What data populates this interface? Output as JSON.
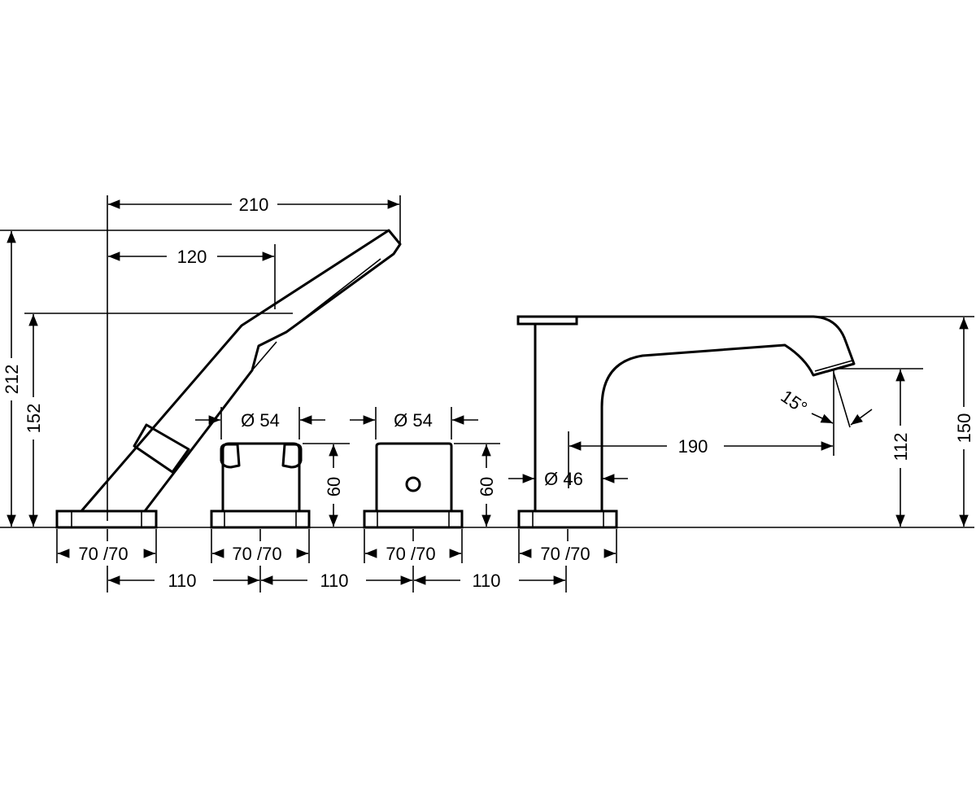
{
  "drawing": {
    "colors": {
      "line": "#000000",
      "background": "#ffffff"
    },
    "dimensions": {
      "shower_reach_total": "210",
      "shower_reach_partial": "120",
      "shower_height_total": "212",
      "shower_height_mount": "152",
      "knob1_diameter": "Ø 54",
      "knob2_diameter": "Ø 54",
      "knob1_height": "60",
      "knob2_height": "60",
      "spout_diameter": "Ø 46",
      "spout_reach": "190",
      "spout_angle": "15°",
      "spout_outlet_height": "112",
      "spout_height": "150",
      "base_widths": [
        "70 /70",
        "70 /70",
        "70 /70",
        "70 /70"
      ],
      "spacings": [
        "110",
        "110",
        "110"
      ]
    }
  }
}
